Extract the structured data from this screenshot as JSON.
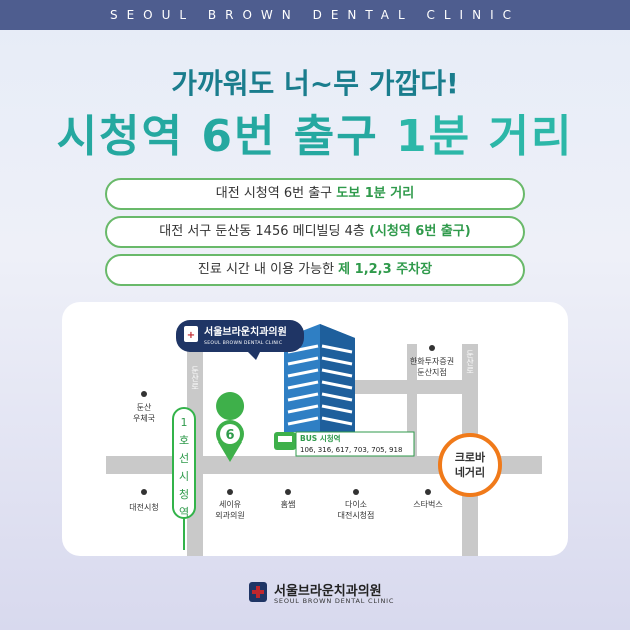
{
  "header": {
    "clinic_name_en": "SEOUL BROWN DENTAL CLINIC"
  },
  "headline": {
    "line1": "가까워도 너~무 가깝다!",
    "line2_part1": "시청역 6번 출구",
    "line2_part2": "1분 거리"
  },
  "info": [
    {
      "text": "대전 시청역 6번 출구 ",
      "highlight": "도보 1분 거리"
    },
    {
      "text": "대전 서구 둔산동 1456 메디빌딩 4층 ",
      "highlight": "(시청역 6번 출구)"
    },
    {
      "text": "진료 시간 내 이용 가능한 ",
      "highlight": "제 1,2,3 주차장"
    }
  ],
  "map": {
    "clinic_badge_ko": "서울브라운치과의원",
    "clinic_badge_en": "SEOUL BROWN DENTAL CLINIC",
    "road_vertical_label": "둔산로",
    "road_vertical_label_right": "둔산로",
    "subway_line": [
      "1",
      "호",
      "선",
      "시",
      "청",
      "역"
    ],
    "exit_number": "6",
    "bus_stop": {
      "title": "BUS 시청역",
      "routes": "106, 316, 617, 703, 705, 918"
    },
    "crossroad": [
      "크로바",
      "네거리"
    ],
    "landmarks": {
      "post_office": [
        "둔산",
        "우체국"
      ],
      "securities": [
        "한화투자증권",
        "둔산지점"
      ],
      "city_hall": [
        "대전시청"
      ],
      "seiu": [
        "세이유",
        "외과의원"
      ],
      "homeplus": [
        "홈쌤"
      ],
      "daiso": [
        "다이소",
        "대전시청점"
      ],
      "starbucks": [
        "스타벅스"
      ]
    }
  },
  "footer": {
    "clinic_name_ko": "서울브라운치과의원",
    "clinic_name_en": "SEOUL BROWN DENTAL CLINIC"
  },
  "colors": {
    "topbar": "#4e5d8f",
    "accent_green": "#69b96a",
    "accent_teal": "#25a8a0",
    "crossroad_orange": "#f07a1a",
    "badge_navy": "#1f3565"
  }
}
